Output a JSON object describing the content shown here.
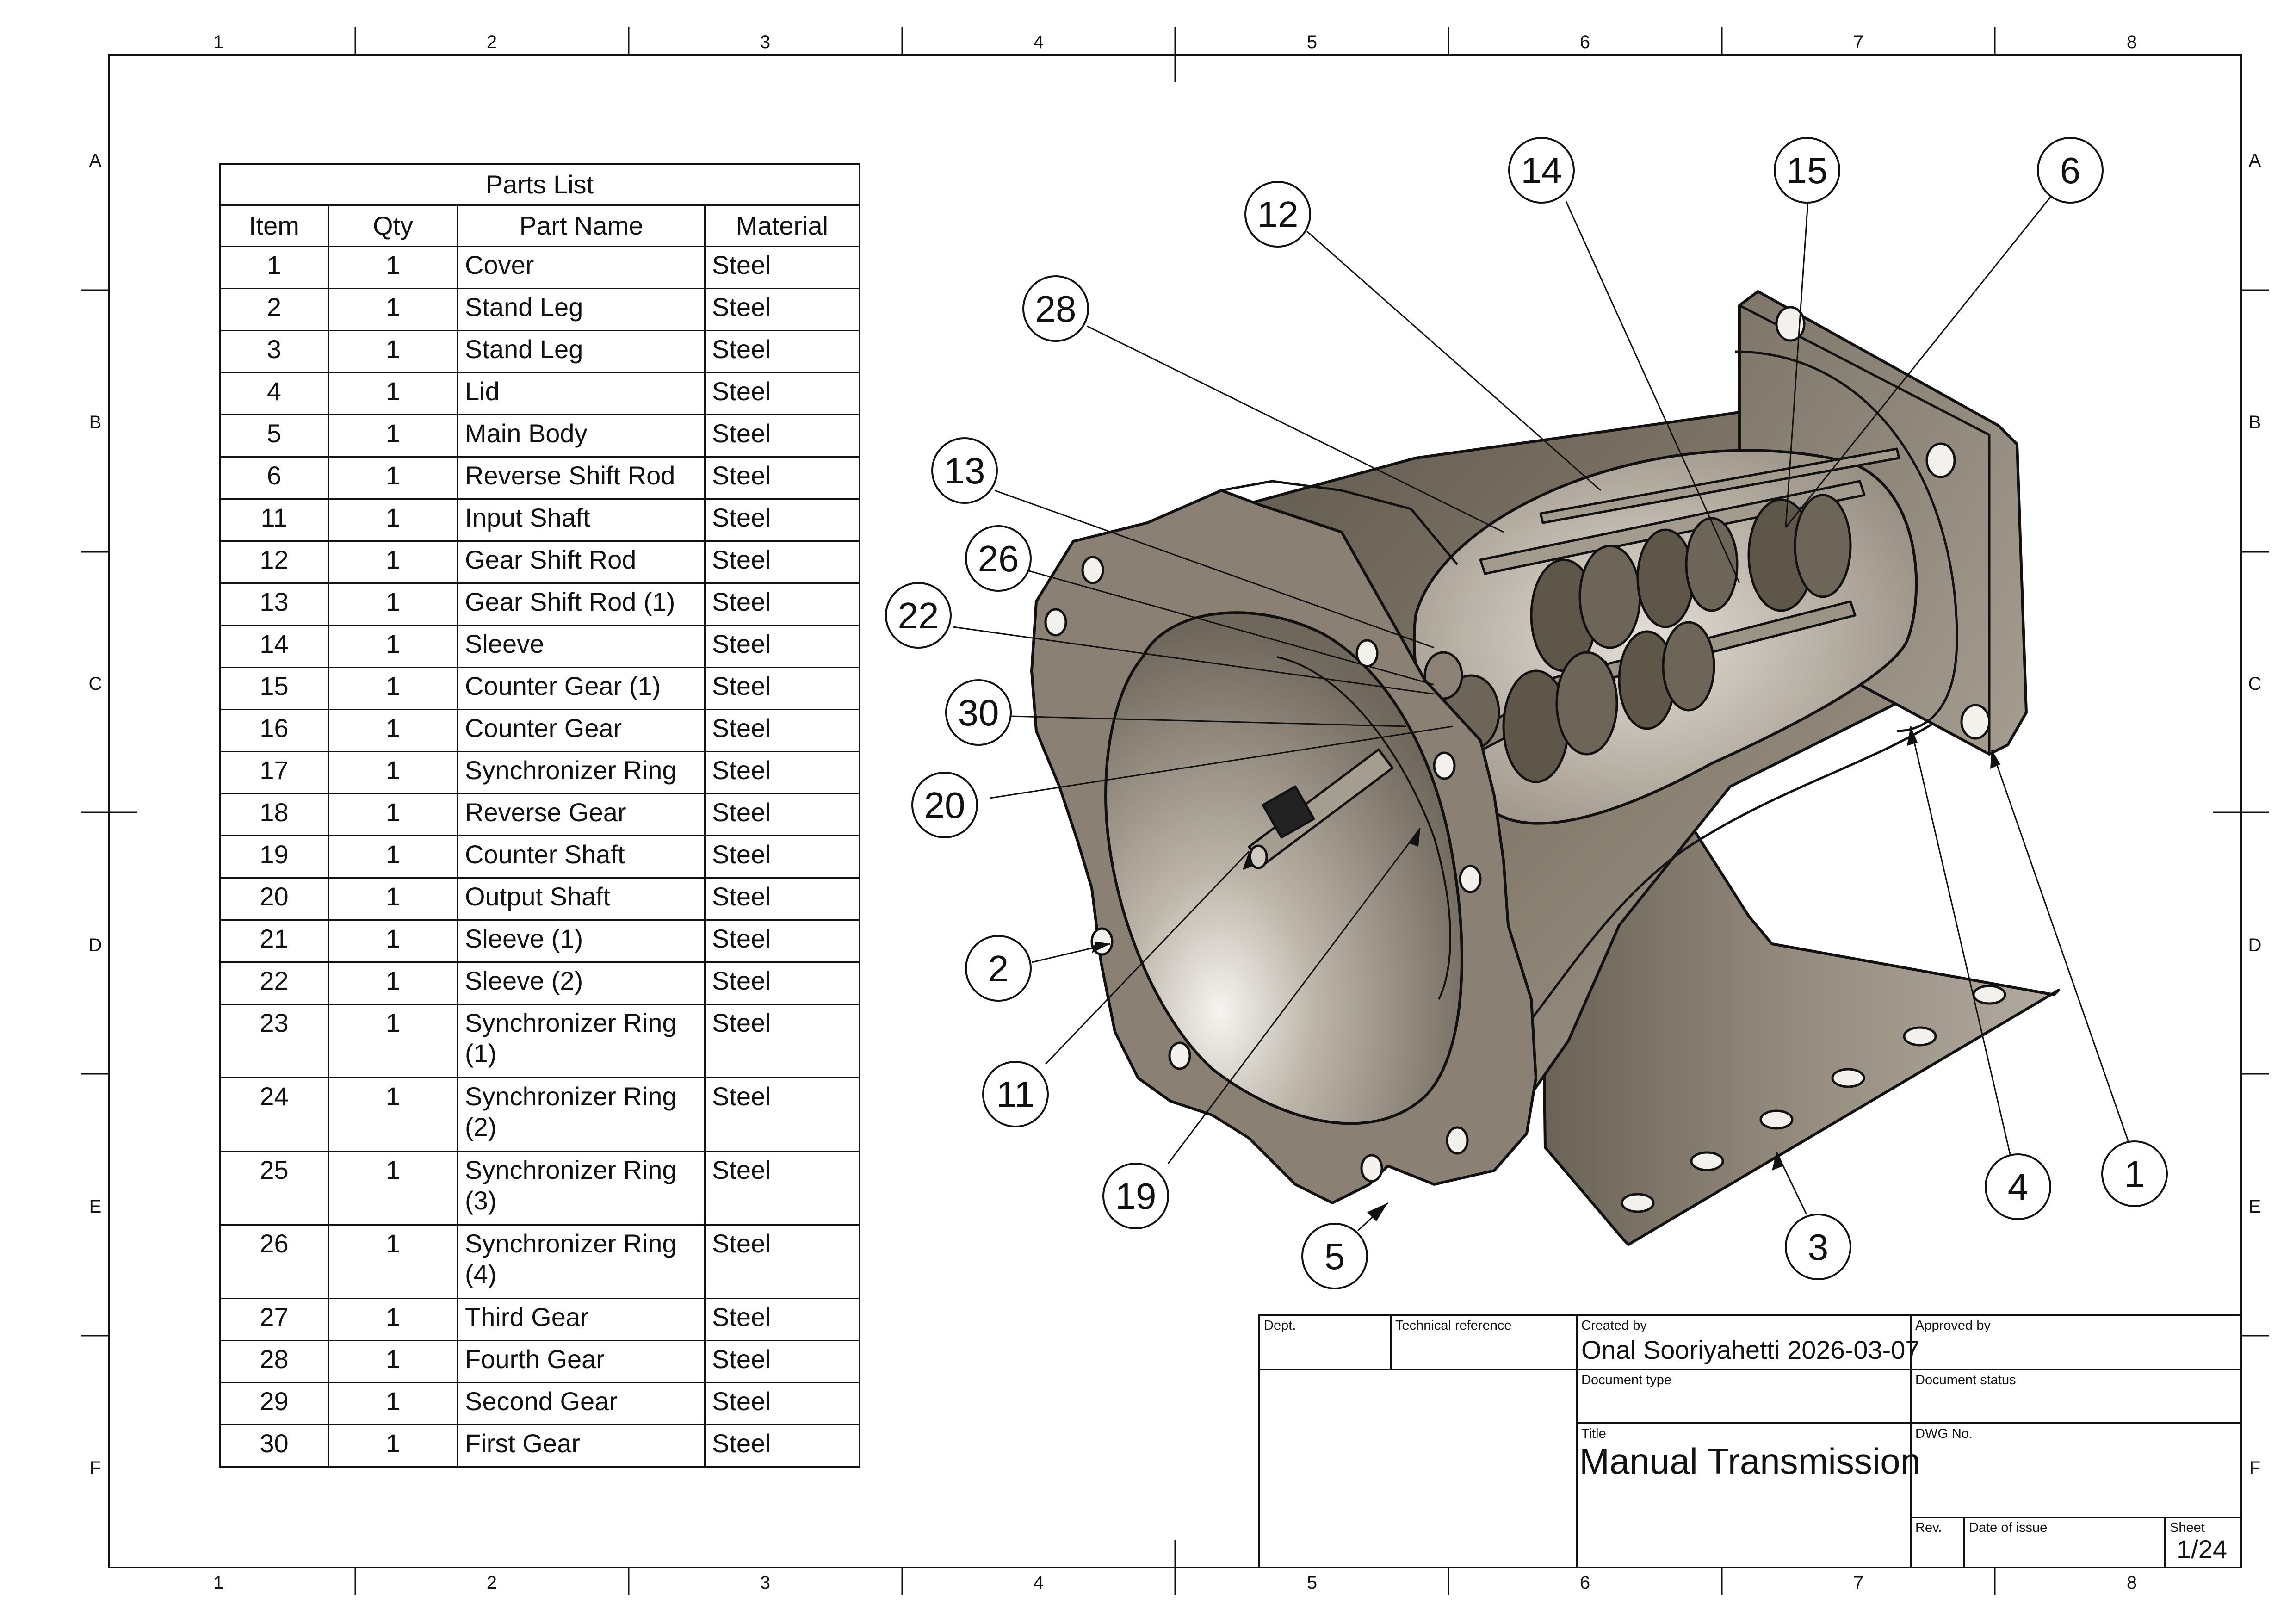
{
  "frame": {
    "column_labels": [
      "1",
      "2",
      "3",
      "4",
      "5",
      "6",
      "7",
      "8"
    ],
    "row_labels": [
      "A",
      "B",
      "C",
      "D",
      "E",
      "F"
    ]
  },
  "parts_list": {
    "title": "Parts List",
    "headers": [
      "Item",
      "Qty",
      "Part Name",
      "Material"
    ],
    "rows": [
      {
        "item": "1",
        "qty": "1",
        "name": "Cover",
        "material": "Steel"
      },
      {
        "item": "2",
        "qty": "1",
        "name": "Stand Leg",
        "material": "Steel"
      },
      {
        "item": "3",
        "qty": "1",
        "name": "Stand Leg",
        "material": "Steel"
      },
      {
        "item": "4",
        "qty": "1",
        "name": "Lid",
        "material": "Steel"
      },
      {
        "item": "5",
        "qty": "1",
        "name": "Main Body",
        "material": "Steel"
      },
      {
        "item": "6",
        "qty": "1",
        "name": "Reverse Shift Rod",
        "material": "Steel"
      },
      {
        "item": "11",
        "qty": "1",
        "name": "Input Shaft",
        "material": "Steel"
      },
      {
        "item": "12",
        "qty": "1",
        "name": "Gear Shift Rod",
        "material": "Steel"
      },
      {
        "item": "13",
        "qty": "1",
        "name": "Gear Shift Rod (1)",
        "material": "Steel"
      },
      {
        "item": "14",
        "qty": "1",
        "name": "Sleeve",
        "material": "Steel"
      },
      {
        "item": "15",
        "qty": "1",
        "name": "Counter Gear (1)",
        "material": "Steel"
      },
      {
        "item": "16",
        "qty": "1",
        "name": "Counter Gear",
        "material": "Steel"
      },
      {
        "item": "17",
        "qty": "1",
        "name": "Synchronizer Ring",
        "material": "Steel"
      },
      {
        "item": "18",
        "qty": "1",
        "name": "Reverse Gear",
        "material": "Steel"
      },
      {
        "item": "19",
        "qty": "1",
        "name": "Counter Shaft",
        "material": "Steel"
      },
      {
        "item": "20",
        "qty": "1",
        "name": "Output Shaft",
        "material": "Steel"
      },
      {
        "item": "21",
        "qty": "1",
        "name": "Sleeve (1)",
        "material": "Steel"
      },
      {
        "item": "22",
        "qty": "1",
        "name": "Sleeve (2)",
        "material": "Steel"
      },
      {
        "item": "23",
        "qty": "1",
        "name": "Synchronizer Ring (1)",
        "name_line1": "Synchronizer Ring",
        "name_line2": "(1)",
        "material": "Steel"
      },
      {
        "item": "24",
        "qty": "1",
        "name": "Synchronizer Ring (2)",
        "name_line1": "Synchronizer Ring",
        "name_line2": "(2)",
        "material": "Steel"
      },
      {
        "item": "25",
        "qty": "1",
        "name": "Synchronizer Ring (3)",
        "name_line1": "Synchronizer Ring",
        "name_line2": "(3)",
        "material": "Steel"
      },
      {
        "item": "26",
        "qty": "1",
        "name": "Synchronizer Ring (4)",
        "name_line1": "Synchronizer Ring",
        "name_line2": "(4)",
        "material": "Steel"
      },
      {
        "item": "27",
        "qty": "1",
        "name": "Third Gear",
        "material": "Steel"
      },
      {
        "item": "28",
        "qty": "1",
        "name": "Fourth Gear",
        "material": "Steel"
      },
      {
        "item": "29",
        "qty": "1",
        "name": "Second Gear",
        "material": "Steel"
      },
      {
        "item": "30",
        "qty": "1",
        "name": "First Gear",
        "material": "Steel"
      }
    ]
  },
  "balloons": [
    "12",
    "14",
    "15",
    "6",
    "28",
    "13",
    "26",
    "22",
    "30",
    "20",
    "2",
    "11",
    "19",
    "5",
    "3",
    "4",
    "1"
  ],
  "title_block": {
    "dept_label": "Dept.",
    "technical_reference_label": "Technical reference",
    "created_by_label": "Created by",
    "created_by": "Onal Sooriyahetti",
    "created_date": "2026-03-07",
    "approved_by_label": "Approved by",
    "document_type_label": "Document type",
    "document_status_label": "Document status",
    "title_label": "Title",
    "title": "Manual Transmission",
    "dwg_no_label": "DWG No.",
    "rev_label": "Rev.",
    "date_of_issue_label": "Date of issue",
    "sheet_label": "Sheet",
    "sheet": "1/24"
  },
  "colors": {
    "line": "#111111",
    "part_fill_dark": "#6e6558",
    "part_fill_mid": "#8d8577",
    "part_fill_light": "#b3ab9e",
    "bore_light": "#dcd7cf"
  }
}
